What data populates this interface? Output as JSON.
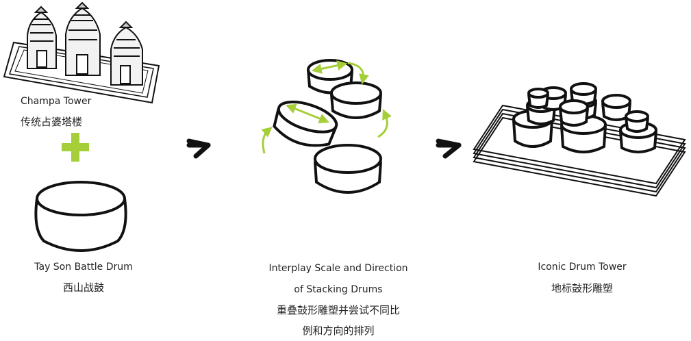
{
  "step1": {
    "tower": {
      "title": "Champa Tower",
      "subtitle": "传统占婆塔楼"
    },
    "drum": {
      "title": "Tay Son Battle Drum",
      "subtitle": "西山战鼓"
    }
  },
  "step2": {
    "line1": "Interplay  Scale and Direction",
    "line2": "of Stacking Drums",
    "line3": "重叠鼓形雕塑并尝试不同比",
    "line4": "例和方向的排列"
  },
  "step3": {
    "title": "Iconic Drum Tower",
    "subtitle": "地标鼓形雕塑"
  },
  "colors": {
    "accent": "#a6ce39",
    "ink": "#111111",
    "text": "#222222"
  },
  "icons": [
    "plus-icon",
    "arrow-right-icon",
    "rotate-arrow-icon"
  ]
}
